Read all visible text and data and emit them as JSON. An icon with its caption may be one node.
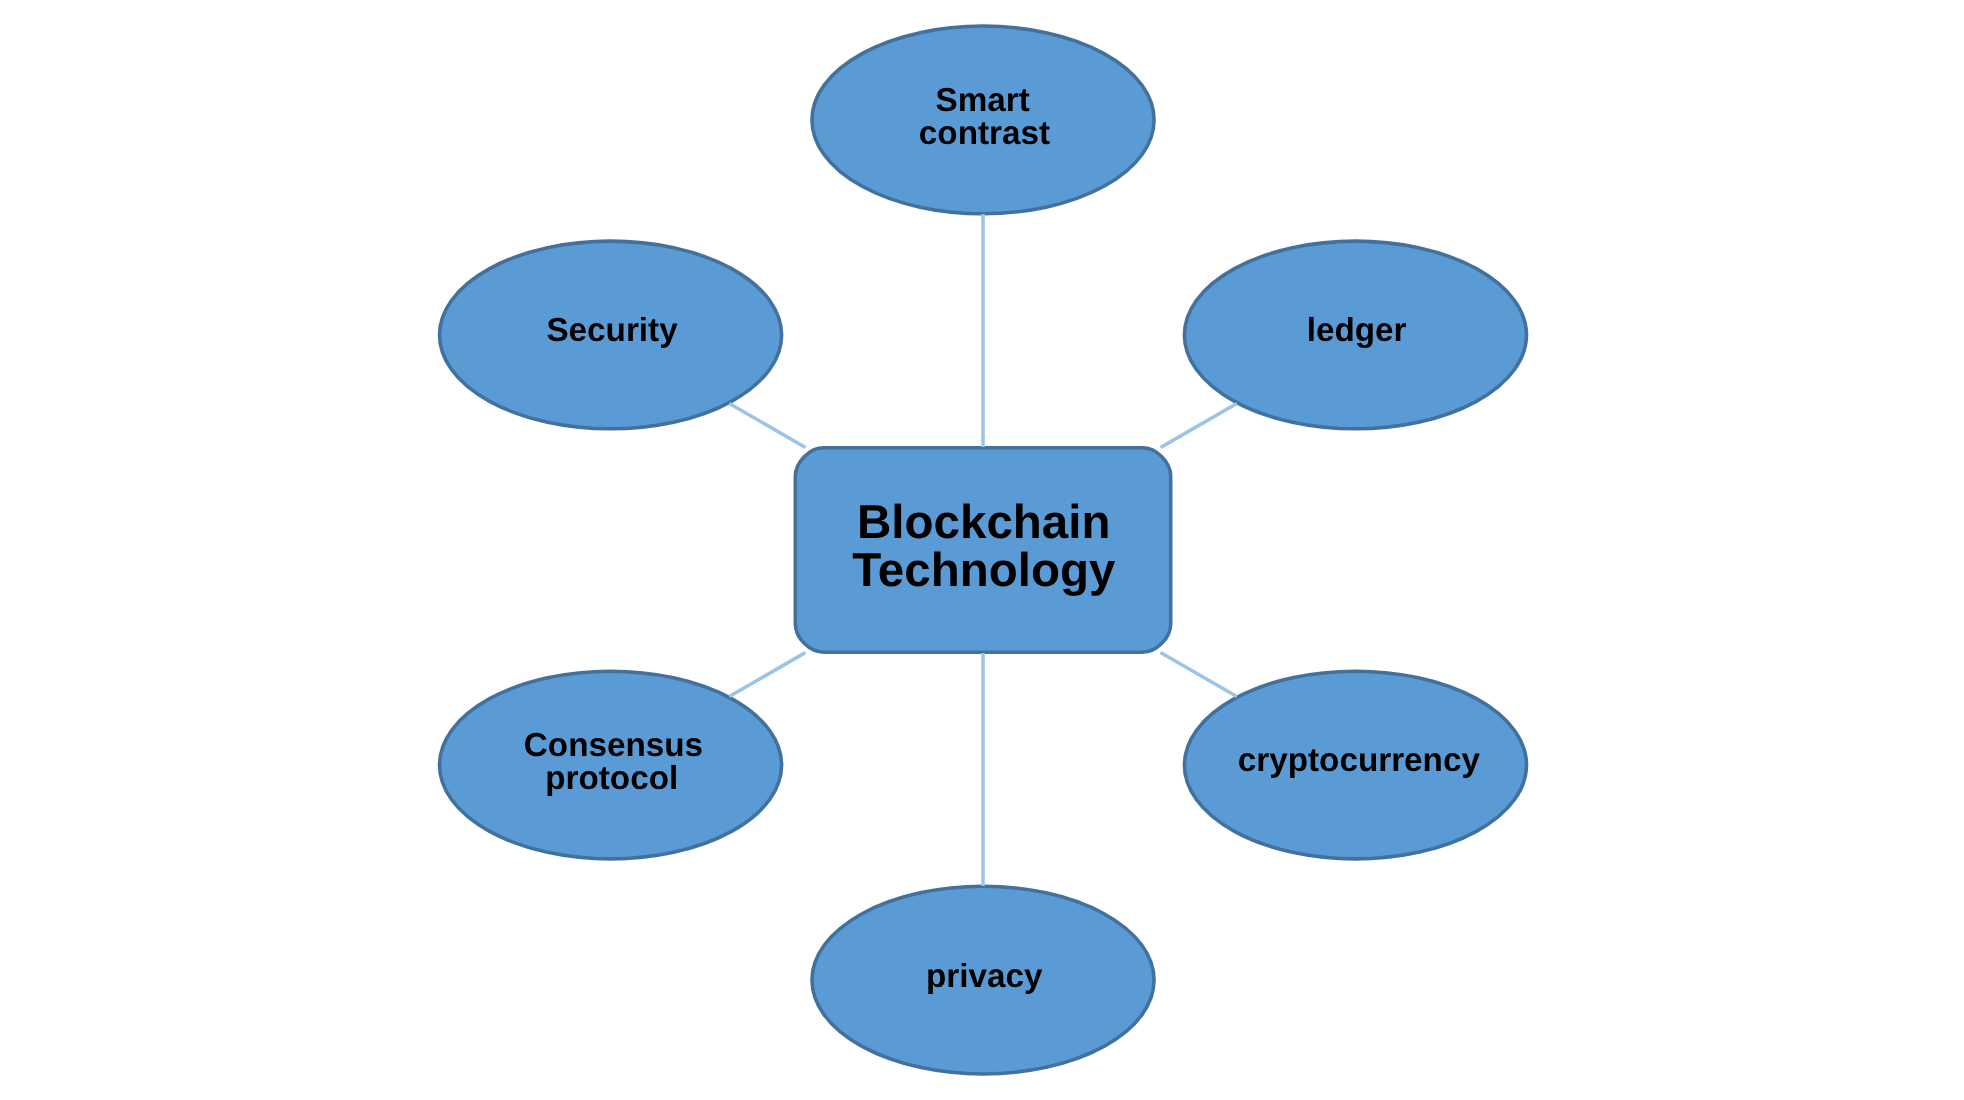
{
  "diagram": {
    "nodes": [
      {
        "text": [
          "Blockchain Technology"
        ]
      },
      {
        "text": [
          "ledger"
        ]
      },
      {
        "text": [
          "Smart contrast"
        ]
      },
      {
        "text": [
          "Security"
        ]
      },
      {
        "text": [
          "Consensus protocol"
        ]
      },
      {
        "text": [
          "privacy"
        ]
      },
      {
        "text": [
          "cryptocurrency"
        ]
      }
    ],
    "edges": [
      {
        "from": 0,
        "to": 1,
        "arrow": "none"
      },
      {
        "from": 0,
        "to": 2,
        "arrow": "none"
      },
      {
        "from": 0,
        "to": 3,
        "arrow": "none"
      },
      {
        "from": 0,
        "to": 4,
        "arrow": "none"
      },
      {
        "from": 0,
        "to": 5,
        "arrow": "none"
      },
      {
        "from": 0,
        "to": 6,
        "arrow": "none"
      }
    ]
  }
}
